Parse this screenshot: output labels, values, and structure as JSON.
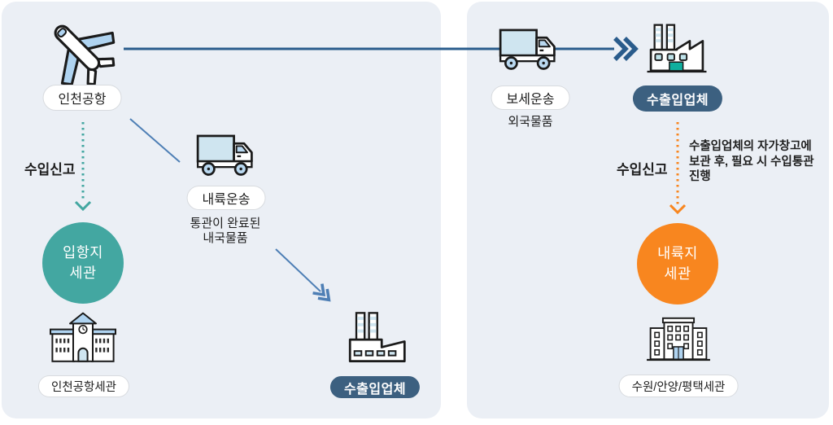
{
  "colors": {
    "panel_bg": "#EBEFF5",
    "navy": "#2A5C8C",
    "navy_badge": "#3C6080",
    "line_blue": "#4E7FB5",
    "teal": "#43A7A1",
    "orange": "#F8861F",
    "icon_fill": "#CFE5F0",
    "roof_blue": "#AFD3F0",
    "wheel_blue": "#B9D8F0",
    "door_teal": "#0FAF9E",
    "pill_border": "#D8DBDF",
    "text_dark": "#1E1E1E"
  },
  "icons": {
    "airplane-icon": "✈",
    "truck-icon": "🚚",
    "factory-icon": "🏭",
    "customs-office-icon": "🏫",
    "inland-customs-office-icon": "🏢"
  },
  "left": {
    "airport_pill": "인천공항",
    "declare": "수입신고",
    "circle_line1": "입항지",
    "circle_line2": "세관",
    "office_pill": "인천공항세관",
    "transport_pill": "내륙운송",
    "note_line1": "통관이 완료된",
    "note_line2": "내국물품",
    "company_badge": "수출입업체"
  },
  "right": {
    "transport_pill": "보세운송",
    "note": "외국물품",
    "company_badge": "수출입업체",
    "declare": "수입신고",
    "desc_line1": "수출입업체의 자가창고에",
    "desc_line2": "보관 후, 필요 시 수입통관",
    "desc_line3": "진행",
    "circle_line1": "내륙지",
    "circle_line2": "세관",
    "office_pill": "수원/안양/평택세관"
  }
}
